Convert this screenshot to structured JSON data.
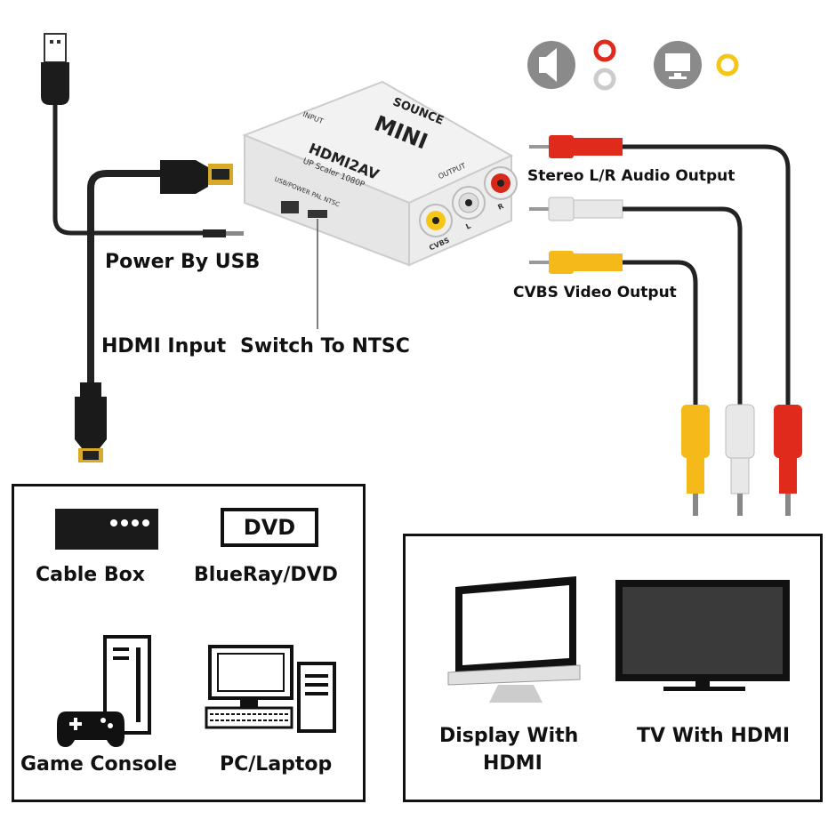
{
  "device": {
    "brand": "SOUNCE",
    "model": "MINI",
    "name": "HDMI2AV",
    "subtitle": "UP Scaler 1080P",
    "input_label": "INPUT",
    "output_label": "OUTPUT",
    "switch_label": "USB/POWER PAL NTSC",
    "port_labels": [
      "CVBS",
      "L",
      "R"
    ]
  },
  "labels": {
    "power_usb": "Power By USB",
    "hdmi_input": "HDMI Input",
    "switch_ntsc": "Switch To NTSC",
    "stereo_output": "Stereo L/R Audio Output",
    "cvbs_output": "CVBS Video Output"
  },
  "sources": {
    "dvd_icon_text": "DVD",
    "cable_box": "Cable Box",
    "blueray_dvd": "BlueRay/DVD",
    "game_console": "Game Console",
    "pc_laptop": "PC/Laptop"
  },
  "outputs": {
    "display_line1": "Display With",
    "display_line2": "HDMI",
    "tv": "TV With HDMI"
  },
  "colors": {
    "red_plug": "#e02a1c",
    "white_plug": "#e8e8e8",
    "yellow_plug": "#f5b91a",
    "icon_gray": "#8a8a8a",
    "cable": "#222222"
  }
}
